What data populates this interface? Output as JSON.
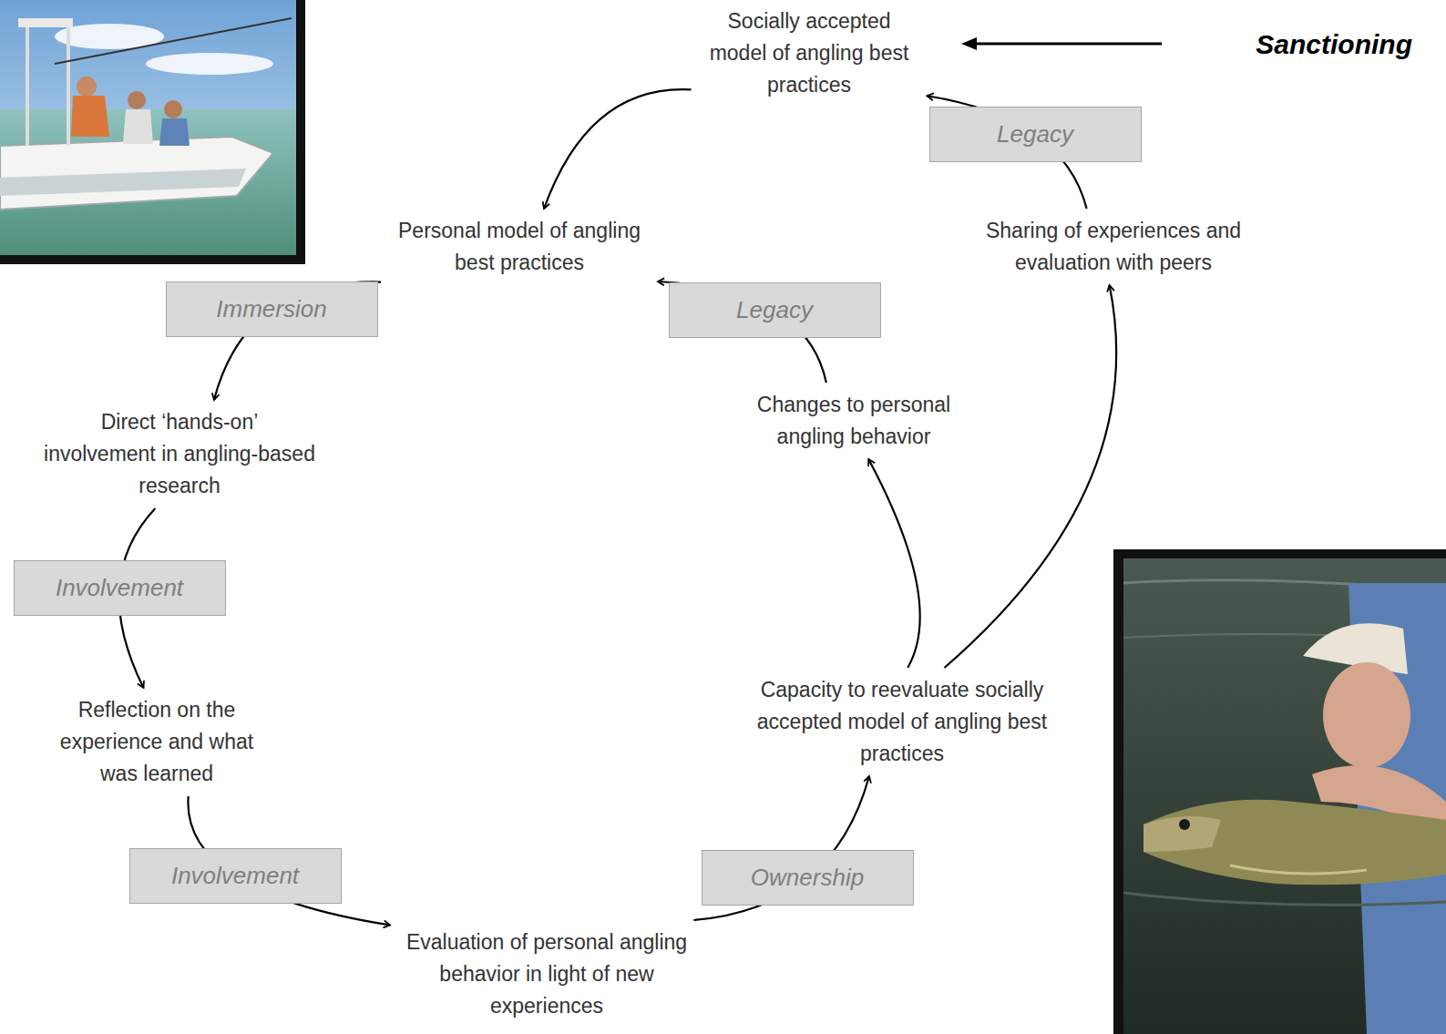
{
  "diagram": {
    "nodes": [
      {
        "text": [
          "Socially accepted model of angling best practices"
        ]
      },
      {
        "text": [
          "Personal model of angling best practices"
        ]
      },
      {
        "text": [
          "Direct ‘hands-on’ involvement in angling-based research"
        ]
      },
      {
        "text": [
          "Reflection on the experience and what was learned"
        ]
      },
      {
        "text": [
          "Evaluation of personal angling behavior in light of new experiences"
        ]
      },
      {
        "text": [
          "Capacity to reevaluate socially accepted model of angling best practices"
        ]
      },
      {
        "text": [
          "Changes to personal angling behavior"
        ]
      },
      {
        "text": [
          "Sharing of experiences and evaluation with peers"
        ]
      }
    ],
    "edges": [
      {
        "from": 0,
        "to": 1,
        "arrow": "to"
      },
      {
        "from": 1,
        "to": 2,
        "label": "Immersion",
        "arrow": "to"
      },
      {
        "from": 2,
        "to": 3,
        "label": "Involvement",
        "arrow": "to"
      },
      {
        "from": 3,
        "to": 4,
        "label": "Involvement",
        "arrow": "to"
      },
      {
        "from": 4,
        "to": 5,
        "label": "Ownership",
        "arrow": "to"
      },
      {
        "from": 5,
        "to": 6,
        "arrow": "to"
      },
      {
        "from": 5,
        "to": 7,
        "arrow": "to"
      },
      {
        "from": 6,
        "to": 1,
        "label": "Legacy",
        "arrow": "to"
      },
      {
        "from": 7,
        "to": 0,
        "label": "Legacy",
        "arrow": "to"
      }
    ],
    "labels": [
      "Sanctioning"
    ]
  }
}
